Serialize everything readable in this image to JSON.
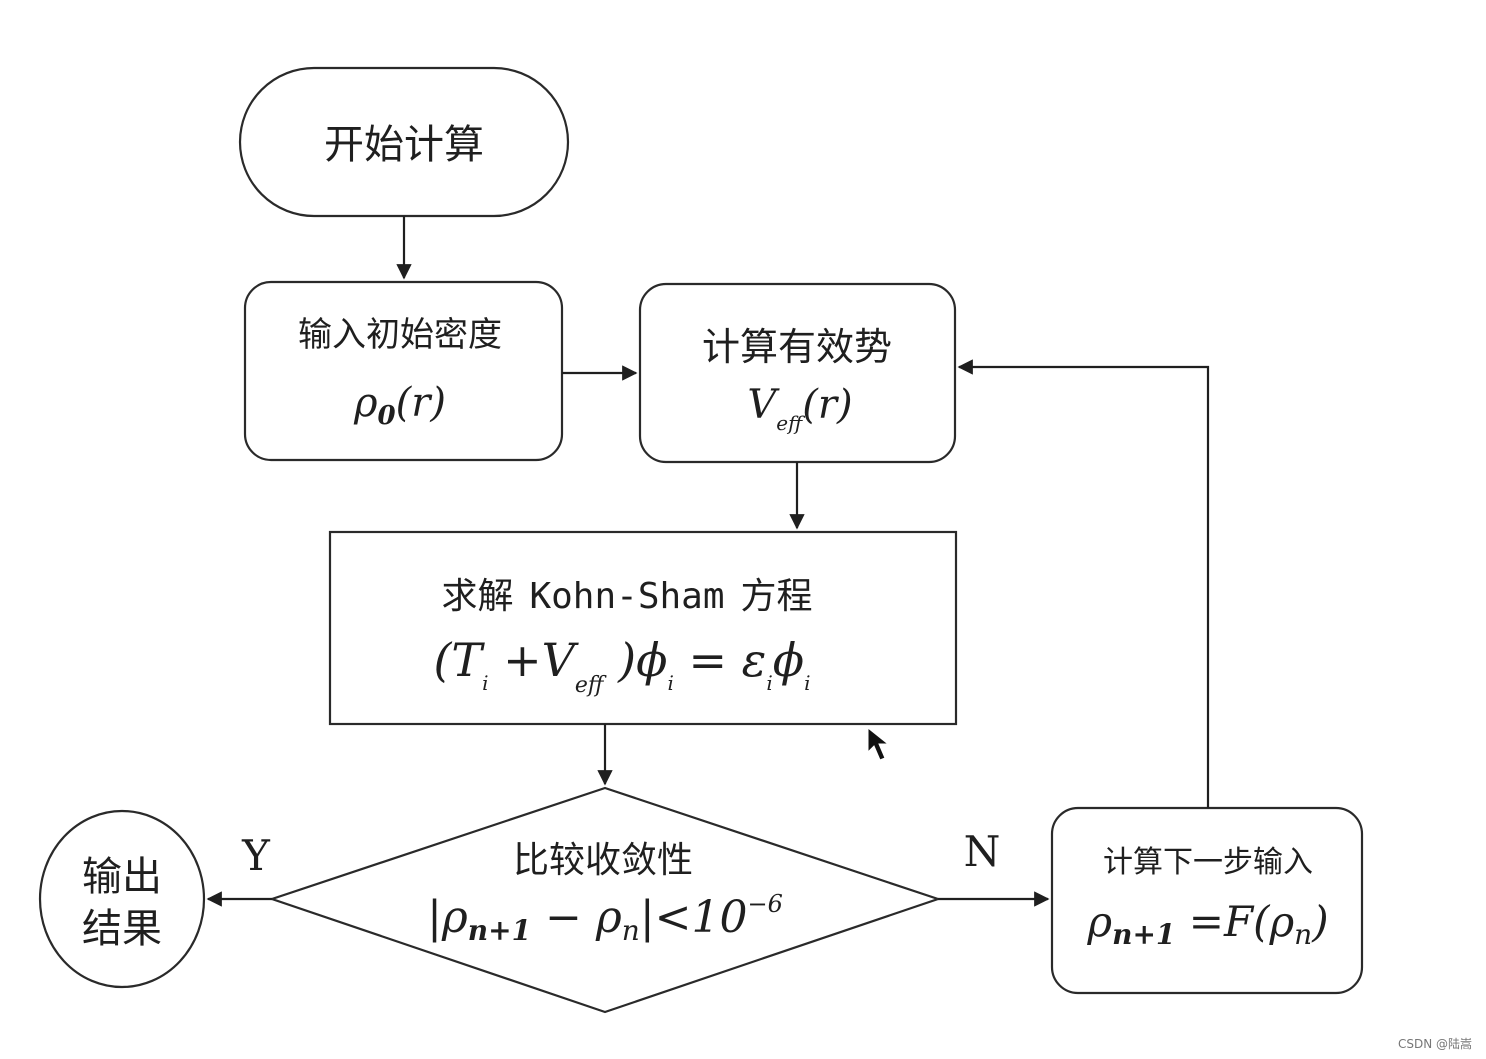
{
  "diagram": {
    "start_node": {
      "label": "开始计算"
    },
    "input_density": {
      "label": "输入初始密度",
      "formula_main": "ρ",
      "formula_sub": "0",
      "formula_rest": "(r)"
    },
    "effective_potential": {
      "label": "计算有效势",
      "formula_main": "V",
      "formula_sub": "eff",
      "formula_rest": "(r)"
    },
    "kohn_sham": {
      "label_cn_left": "求解",
      "label_term": "Kohn-Sham",
      "label_cn_right": "方程",
      "equation": {
        "open": "(T",
        "sub_i1": "i",
        "plus_v": " +V",
        "sub_eff": "eff",
        "close_phi": " )ϕ",
        "sub_i2": "i",
        "equals_eps": " = ε",
        "sub_i3": "i",
        "phi": "ϕ",
        "sub_i4": "i"
      }
    },
    "convergence": {
      "label": "比较收敛性",
      "formula_left": "|ρ",
      "sub_n1": "n+1",
      "minus_rho": " − ρ",
      "sub_n": "n",
      "abs_lt": "|<10",
      "exponent": "−6"
    },
    "next_input": {
      "label": "计算下一步输入",
      "formula_main": "ρ",
      "formula_sub": "n+1",
      "formula_eq": " =F(ρ",
      "formula_sub2": "n",
      "formula_close": ")"
    },
    "output": {
      "line1": "输出",
      "line2": "结果"
    },
    "edges": {
      "yes_label": "Y",
      "no_label": "N"
    },
    "watermark": "CSDN @陆嵩"
  }
}
